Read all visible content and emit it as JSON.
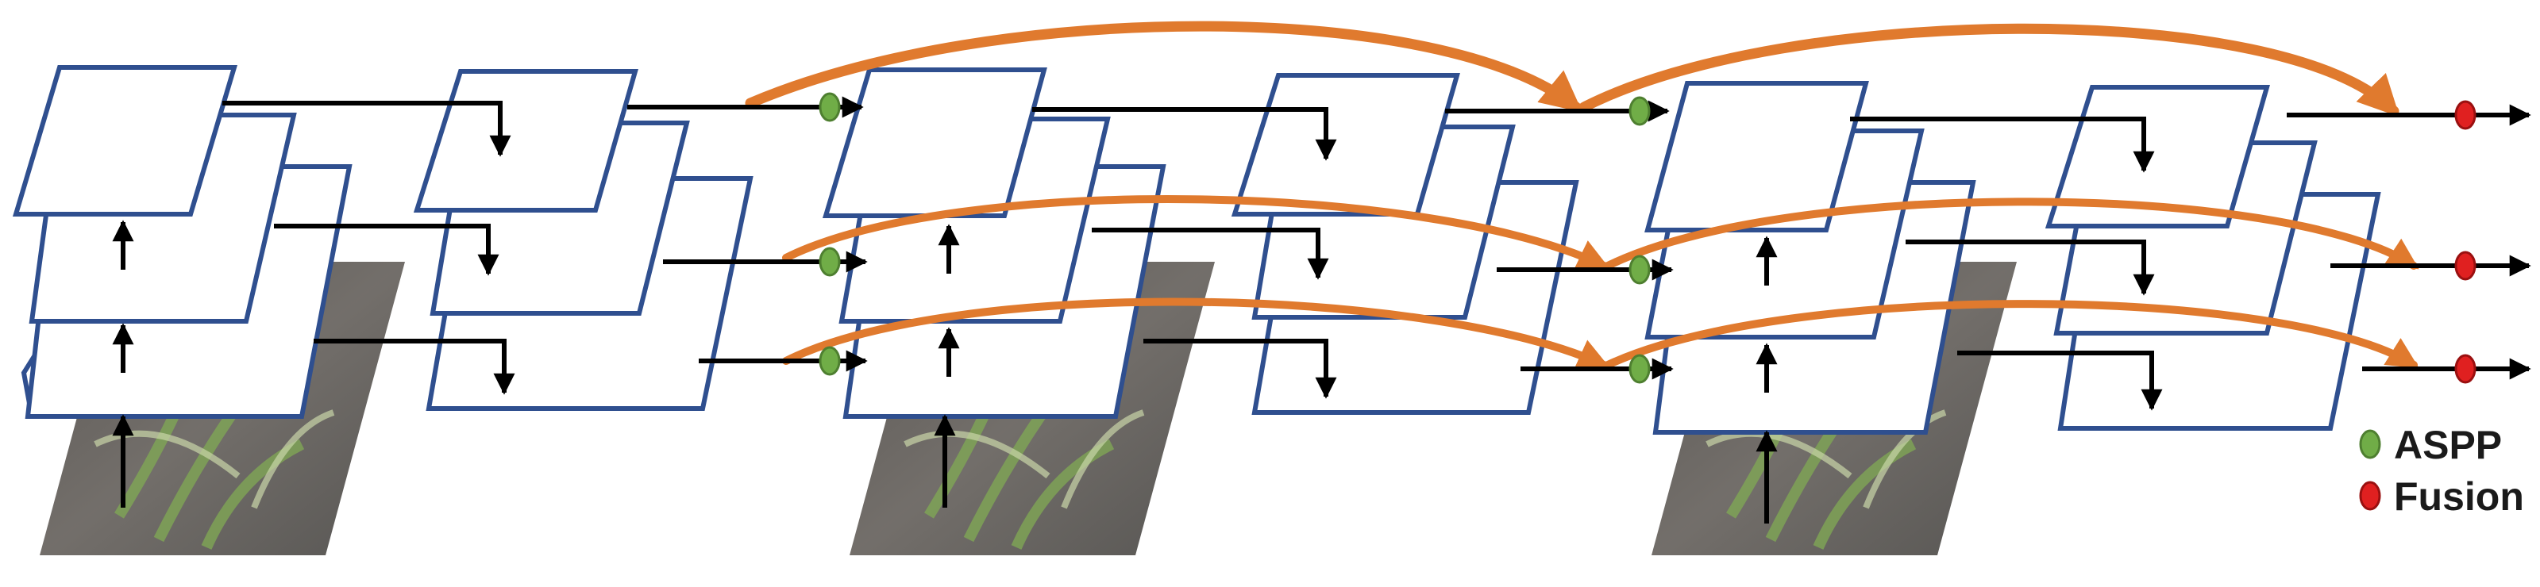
{
  "diagram": {
    "legend": {
      "aspp": {
        "label": "ASPP",
        "color": "#70ad47"
      },
      "fusion": {
        "label": "Fusion",
        "color": "#e02020"
      }
    },
    "colors": {
      "frame_border": "#2f4f8f",
      "arrow": "#000000",
      "skip_arrow": "#e07a2e",
      "image_soil": "#4a4540",
      "image_plant": "#6f8f4a"
    },
    "stages": 3,
    "levels": 3
  }
}
